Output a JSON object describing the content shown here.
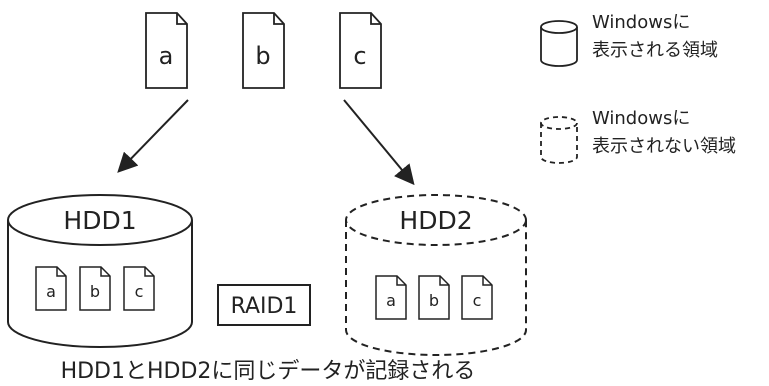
{
  "top_files": [
    "a",
    "b",
    "c"
  ],
  "legend": {
    "visible_region": [
      "Windowsに",
      "表示される領域"
    ],
    "hidden_region": [
      "Windowsに",
      "表示されない領域"
    ]
  },
  "hdd1": {
    "label": "HDD1",
    "files": [
      "a",
      "b",
      "c"
    ]
  },
  "hdd2": {
    "label": "HDD2",
    "files": [
      "a",
      "b",
      "c"
    ]
  },
  "raid_label": "RAID1",
  "caption": "HDD1とHDD2に同じデータが記録される"
}
